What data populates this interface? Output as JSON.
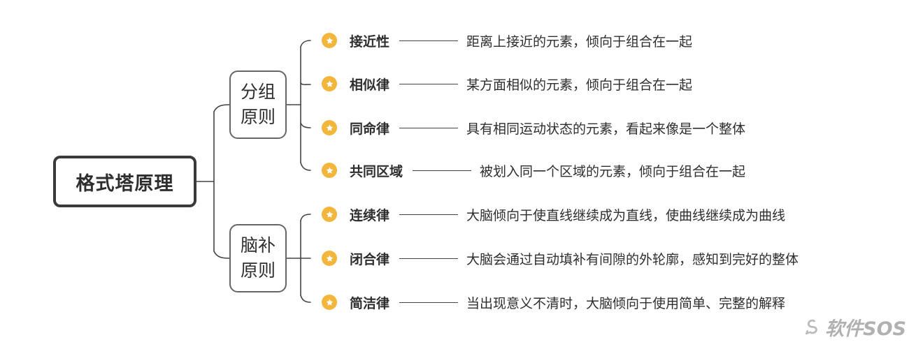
{
  "root": {
    "title": "格式塔原理"
  },
  "groups": [
    {
      "title_line1": "分组",
      "title_line2": "原则",
      "items": [
        {
          "label": "接近性",
          "description": "距离上接近的元素，倾向于组合在一起"
        },
        {
          "label": "相似律",
          "description": "某方面相似的元素，倾向于组合在一起"
        },
        {
          "label": "同命律",
          "description": "具有相同运动状态的元素，看起来像是一个整体"
        },
        {
          "label": "共同区域",
          "description": "被划入同一个区域的元素，倾向于组合在一起"
        }
      ]
    },
    {
      "title_line1": "脑补",
      "title_line2": "原则",
      "items": [
        {
          "label": "连续律",
          "description": "大脑倾向于使直线继续成为直线，使曲线继续成为曲线"
        },
        {
          "label": "闭合律",
          "description": "大脑会通过自动填补有间隙的外轮廓，感知到完好的整体"
        },
        {
          "label": "简洁律",
          "description": "当出现意义不清时，大脑倾向于使用简单、完整的解释"
        }
      ]
    }
  ],
  "watermark": {
    "text": "软件SOS"
  },
  "icons": {
    "leaf_icon": "star-icon",
    "leaf_icon_color": "#f2b63c",
    "watermark_icon": "logo-icon"
  }
}
